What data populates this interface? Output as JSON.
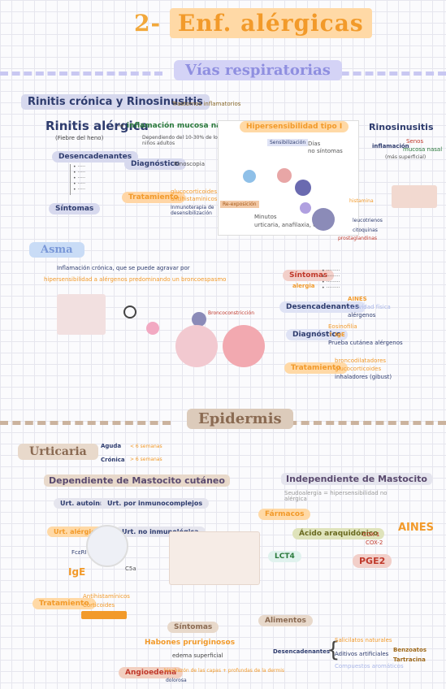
{
  "title": {
    "num": "2-",
    "main": "Enf. alérgicas"
  },
  "vias": {
    "label": "Vías respiratorias"
  },
  "rinitis_header": {
    "title": "Rinitis crónica y Rinosinusitis",
    "sub": "Trastornos inflamatorios"
  },
  "rinitis": {
    "name": "Rinitis alérgica",
    "arrow_text": "inflamación mucosa nasal",
    "paren": "(Fiebre del heno)",
    "note": "Dependiendo del 10-30% de los niños adultos",
    "desencadenantes": "Desencadenantes",
    "diagnostico": "Diagnóstico",
    "diag_val": "Rinoscopia",
    "tratamiento": "Tratamiento",
    "trat_val1": "glucocorticoides",
    "trat_val2": "antihistamínicos",
    "trat_val3": "Inmunoterapia de desensibilización",
    "sintomas": "Síntomas"
  },
  "hipersens": {
    "title": "Hipersensibilidad tipo I",
    "sensibilizacion": "Sensibilización",
    "dias": "Días",
    "no_sintomas": "no síntomas",
    "reexposicion": "Re-exposición",
    "minutos": "Minutos",
    "urticaria": "urticaria, anafilaxia, etc"
  },
  "rinosinusitis": {
    "title": "Rinosinusitis",
    "inflamacion": "inflamación",
    "senos": "Senos",
    "mucosa": "mucosa nasal",
    "paren": "(más superficial)",
    "histamina": "histamina",
    "leucotrienos": "leucotrienos",
    "citoquinas": "citoquinas",
    "prostaglandinas": "prostaglandinas"
  },
  "asma": {
    "label": "Asma",
    "def1": "Inflamación crónica, que se puede agravar por",
    "def2": "hipersensibilidad a alérgenos predominando un broncoespasmo",
    "sintomas": "Síntomas",
    "sintomas_val": "alergia",
    "desencadenantes": "Desencadenantes",
    "aines": "AINES",
    "actividad": "Actividad física",
    "alergenos": "alérgenos",
    "diagnostico": "Diagnóstico",
    "eosinofilia": "Eosinofilia",
    "ige": "↑ IgE",
    "prueba": "Prueba cutánea alérgenos",
    "tratamiento": "Tratamiento",
    "trat1": "broncodilatadores",
    "trat2": "glucocorticoides",
    "trat3": "inhaladores (gibust)",
    "broncoespasmo": "Broncoconstricción"
  },
  "epidermis": {
    "label": "Epidermis"
  },
  "urticaria": {
    "label": "Urticaria",
    "aguda": "Aguda",
    "aguda_val": "< 6 semanas",
    "cronica": "Crónica",
    "cronica_val": "> 6 semanas",
    "dependiente": "Dependiente de Mastocito cutáneo",
    "independiente": "Independiente de Mastocito",
    "indep_sub": "Seudoalergia = hipersensibilidad no alérgica",
    "urt_autoinmune": "Urt. autoinmune",
    "urt_inmunocomplejos": "Urt. por inmunocomplejos",
    "urt_alergica": "Urt. alérgica",
    "urt_no_inmune": "Urt. no inmunológica",
    "fceri": "FcεRI",
    "ige": "IgE",
    "c5a": "C5a",
    "tratamiento": "Tratamiento",
    "trat1": "Antihistamínicos",
    "trat2": "Corticoides",
    "sintomas": "Síntomas",
    "habones": "Habones pruriginosos",
    "edema": "edema superficial",
    "angioedema": "Angioedema",
    "angio_desc": "hinchazón de las capas + profundas de la dermis",
    "angio_desc2": "dolorosa"
  },
  "farmacos": {
    "label": "Fármacos",
    "acido": "Ácido araquidónico",
    "cox1": "COX-1",
    "cox2": "COX-2",
    "aines": "AINES",
    "lct4": "LCT4",
    "pge2": "PGE2"
  },
  "alimentos": {
    "label": "Alimentos",
    "desencadenantes": "Desencadenantes",
    "salicilatos": "Salicilatos naturales",
    "aditivos": "Aditivos artificiales",
    "compuestos": "Compuestos aromáticos",
    "benzoatos": "Benzoatos",
    "tartracina": "Tartracina"
  },
  "colors": {
    "orange": "#f29a2a",
    "navy": "#2e3c6e",
    "lavender": "#c9c8f2",
    "pink": "#f2a9c2",
    "tan": "#cbb39e"
  }
}
